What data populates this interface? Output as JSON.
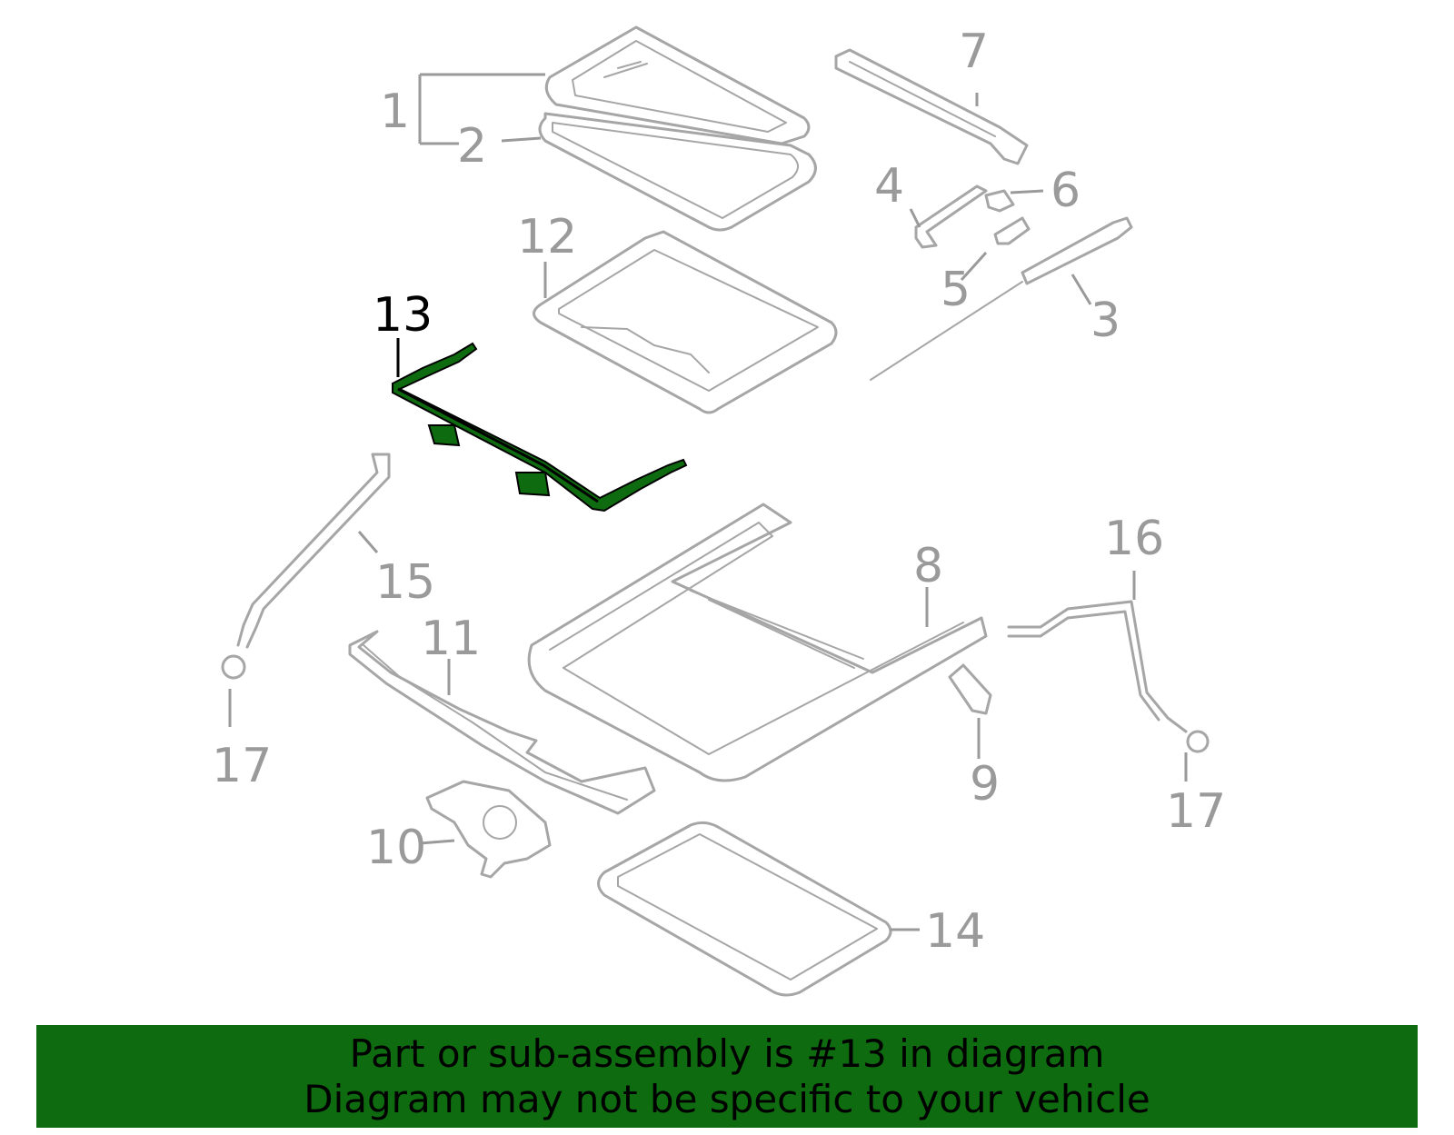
{
  "diagram": {
    "callouts": {
      "p1": "1",
      "p2": "2",
      "p3": "3",
      "p4": "4",
      "p5": "5",
      "p6": "6",
      "p7": "7",
      "p8": "8",
      "p9": "9",
      "p10": "10",
      "p11": "11",
      "p12": "12",
      "p13": "13",
      "p14": "14",
      "p15": "15",
      "p16": "16",
      "p17a": "17",
      "p17b": "17"
    },
    "highlighted_part": "13",
    "highlight_color": "#0f6b0f",
    "line_color": "#a6a6a6"
  },
  "footer": {
    "line1": "Part or sub-assembly is #13 in diagram",
    "line2": "Diagram may not be specific to your vehicle",
    "background_color": "#0f6b0f"
  }
}
